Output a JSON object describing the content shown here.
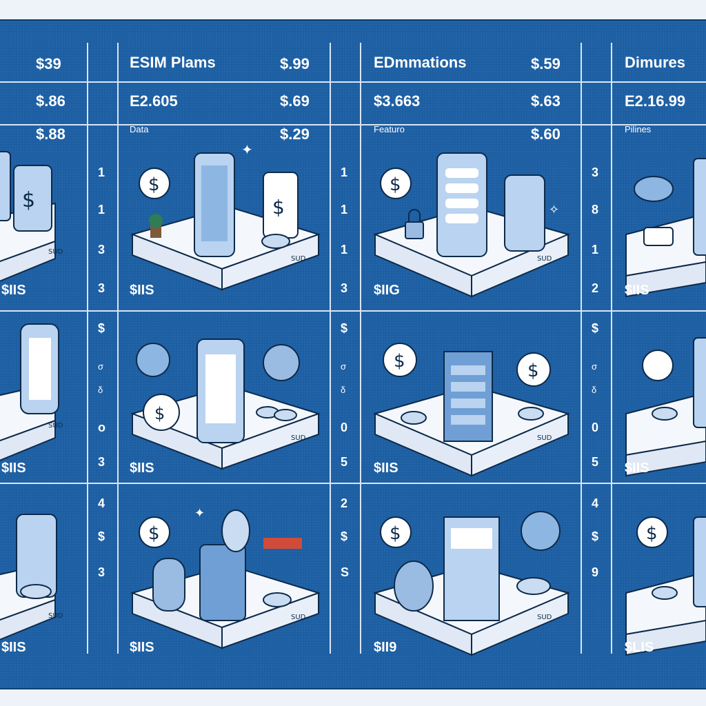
{
  "header": {
    "col1": {
      "prices": [
        "$39",
        "$.86",
        "$.88"
      ]
    },
    "col2": {
      "title": "ESIM Plams",
      "price1": "$.99",
      "code": "E2.605",
      "price2": "$.69",
      "sub": "Data",
      "price3": "$.29"
    },
    "col3": {
      "title": "EDmmations",
      "price1": "$.59",
      "code": "$3.663",
      "price2": "$.63",
      "sub": "Featuro",
      "price3": "$.60"
    },
    "col4": {
      "title": "Dimures",
      "code": "E2.16.99",
      "sub": "Pilines"
    }
  },
  "side_numbers": {
    "gutter1": [
      "1",
      "1",
      "3",
      "3",
      "$",
      "σ",
      "δ",
      "ο",
      "3",
      "4",
      "$",
      "3"
    ],
    "gutter2": [
      "1",
      "1",
      "1",
      "3",
      "$",
      "σ",
      "δ",
      "0",
      "5",
      "2",
      "$",
      "S"
    ],
    "gutter3": [
      "3",
      "8",
      "1",
      "2",
      "$",
      "σ",
      "δ",
      "0",
      "5",
      "4",
      "$",
      "9"
    ]
  },
  "footers": {
    "row1": [
      "$IIS",
      "$IIS",
      "$IIG",
      "$IIS"
    ],
    "row2": [
      "$IIS",
      "$IIS",
      "$IIS",
      "$IIS"
    ],
    "row3": [
      "$IIS",
      "$IIS",
      "$II9",
      "$LIS"
    ]
  },
  "platform_label": "SUD",
  "icons": [
    "phone-icon",
    "dollar-coin-icon",
    "lock-icon",
    "cloud-icon",
    "server-icon",
    "coin-stack-icon",
    "globe-icon",
    "wifi-icon",
    "sparkle-icon",
    "plant-icon"
  ],
  "colors": {
    "background": "#1d5fa3",
    "grid_line": "#d9e6f5",
    "platform": "#f4f7fc",
    "device": "#b9d3f0",
    "outline": "#0d2a4a"
  }
}
